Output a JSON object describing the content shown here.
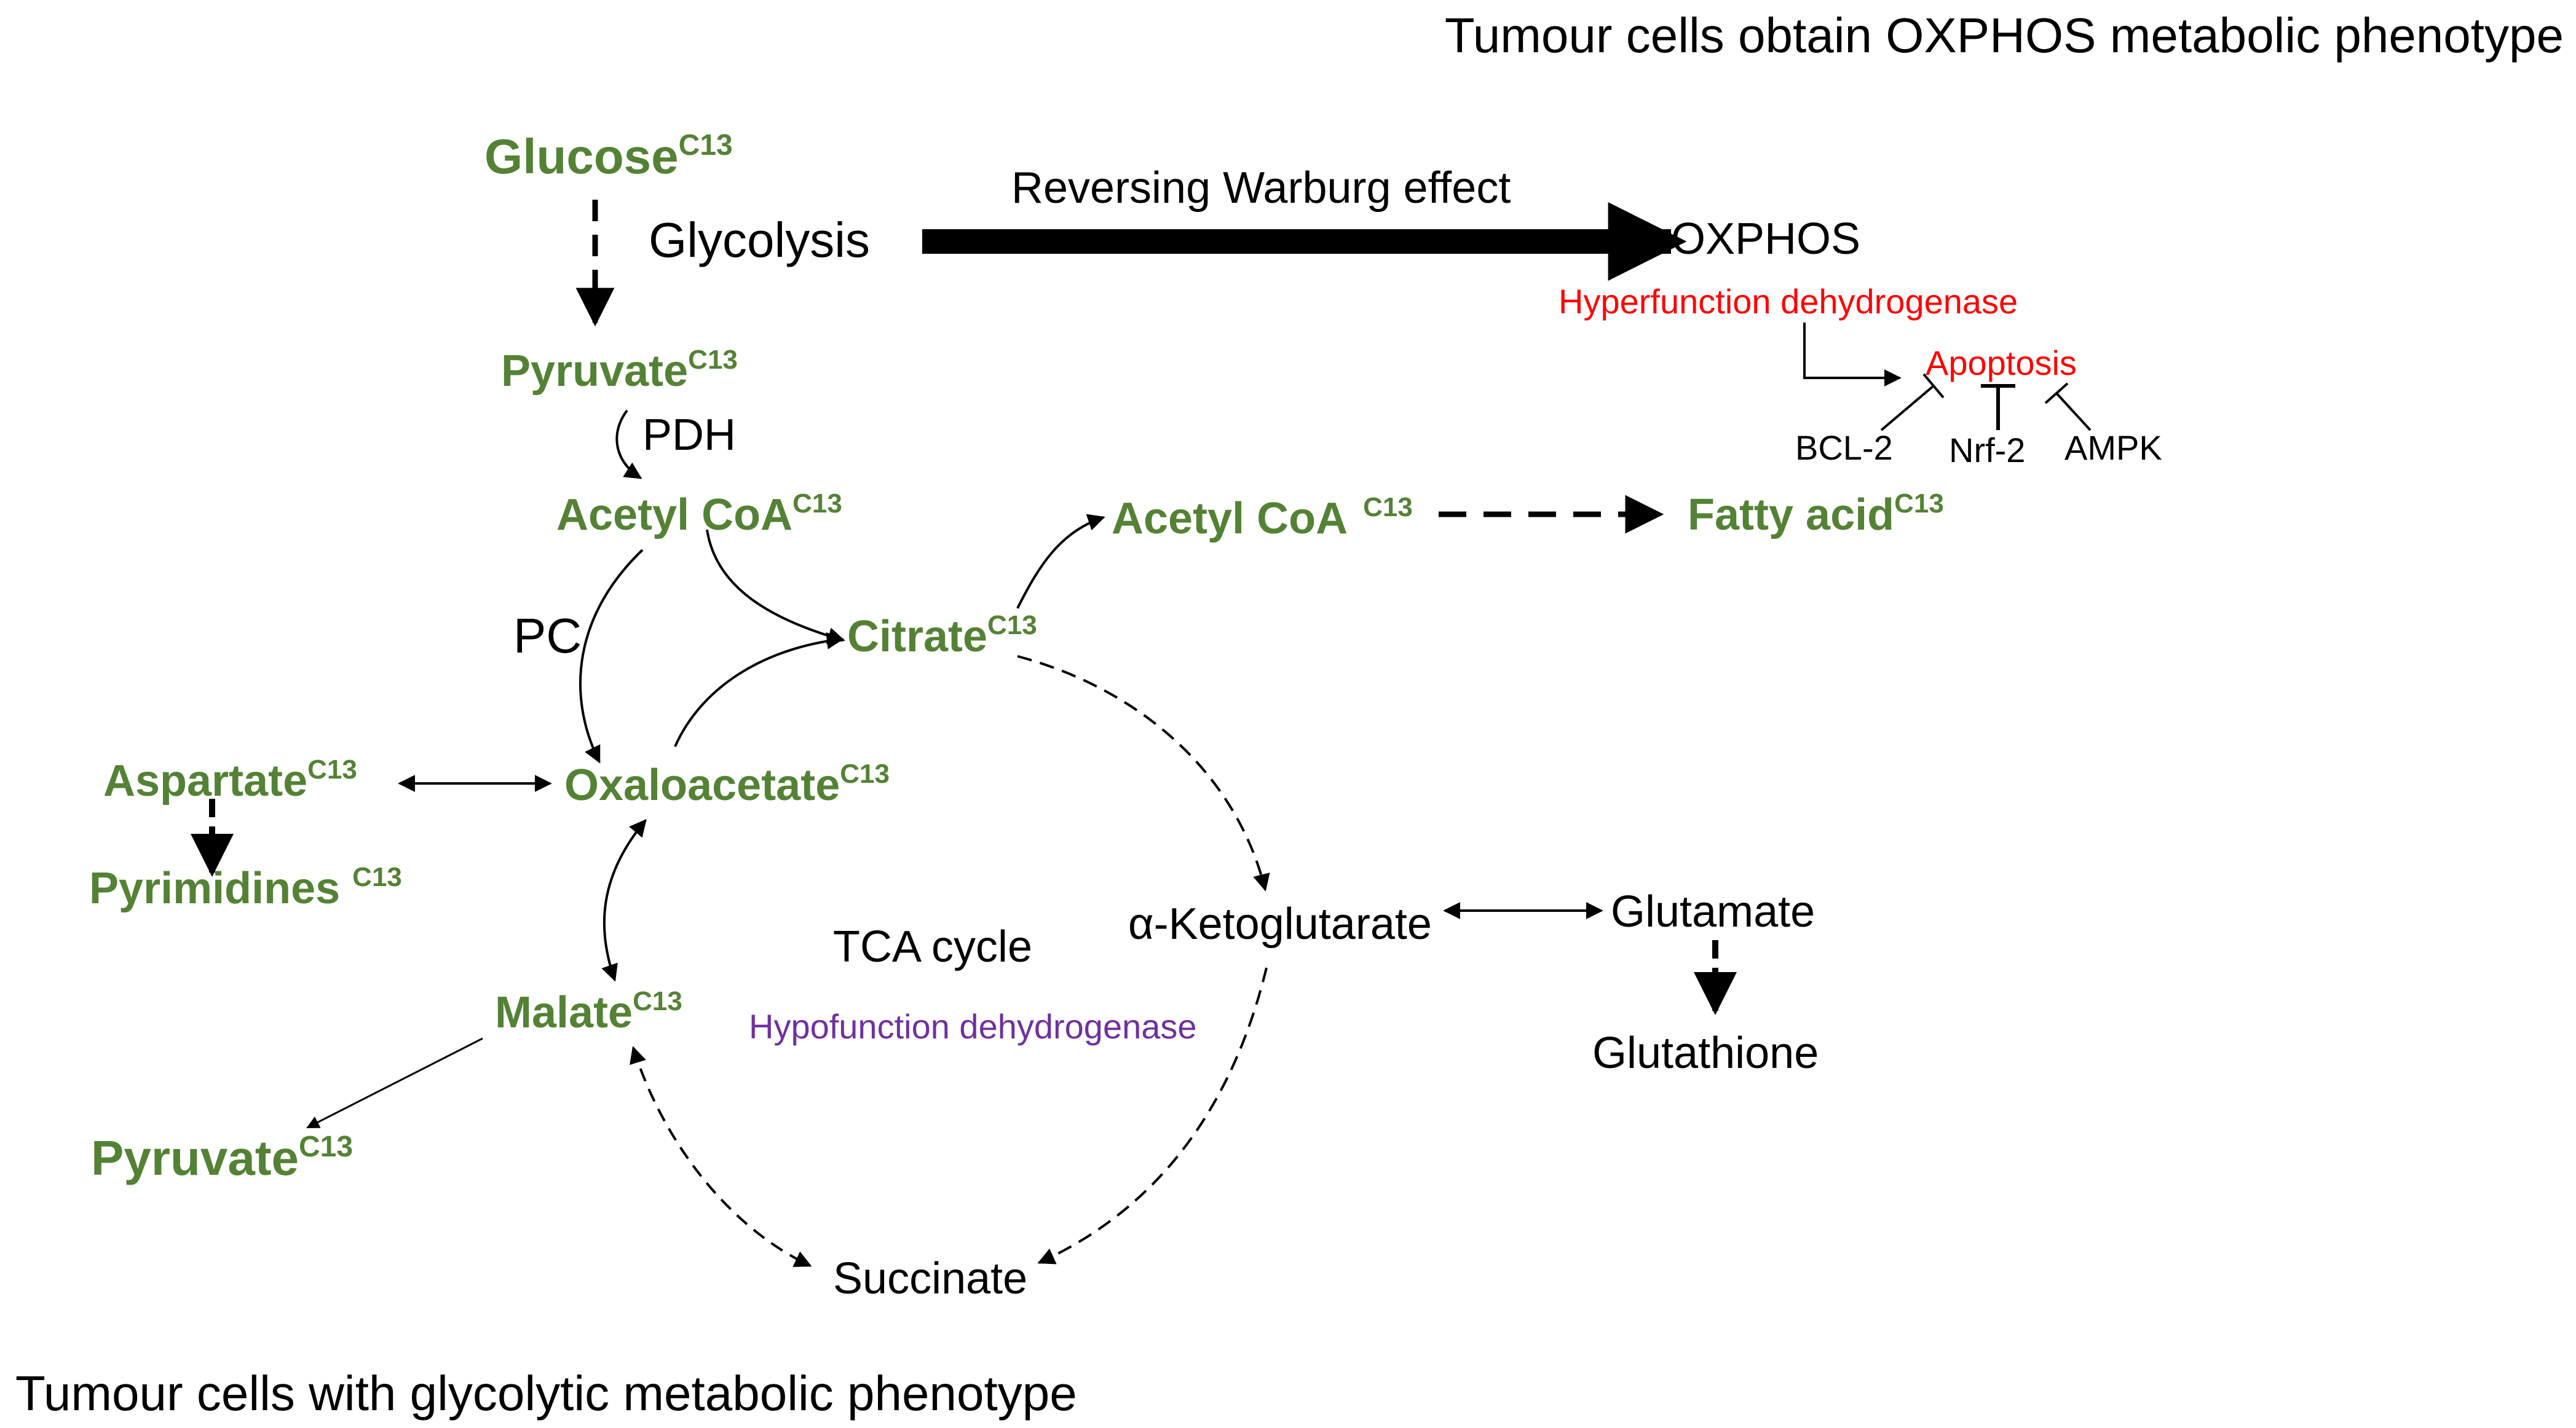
{
  "headings": {
    "top": "Tumour cells obtain OXPHOS metabolic phenotype",
    "bottom": "Tumour cells with glycolytic metabolic phenotype"
  },
  "sup": "C13",
  "nodes": {
    "glucose": "Glucose",
    "pyruvate_top": "Pyruvate",
    "acetyl_coa": "Acetyl CoA",
    "acetyl_coa_right": "Acetyl CoA",
    "fatty_acid": "Fatty acid",
    "citrate": "Citrate",
    "aspartate": "Aspartate",
    "pyrimidines": "Pyrimidines",
    "oxaloacetate": "Oxaloacetate",
    "malate": "Malate",
    "pyruvate_bottom": "Pyruvate",
    "alpha_kg": "α-Ketoglutarate",
    "glutamate": "Glutamate",
    "glutathione": "Glutathione",
    "succinate": "Succinate"
  },
  "labels": {
    "glycolysis": "Glycolysis",
    "reversing": "Reversing Warburg effect",
    "oxphos": "OXPHOS",
    "pdh": "PDH",
    "pc": "PC",
    "tca": "TCA cycle",
    "hypofunction": "Hypofunction dehydrogenase",
    "hyperfunction": "Hyperfunction dehydrogenase",
    "apoptosis": "Apoptosis",
    "bcl2": "BCL-2",
    "nrf2": "Nrf-2",
    "ampk": "AMPK"
  },
  "colors": {
    "metabolite": "#548235",
    "pro_apoptotic": "#ff0000",
    "hypofunction": "#7030a0",
    "text": "#000000"
  }
}
